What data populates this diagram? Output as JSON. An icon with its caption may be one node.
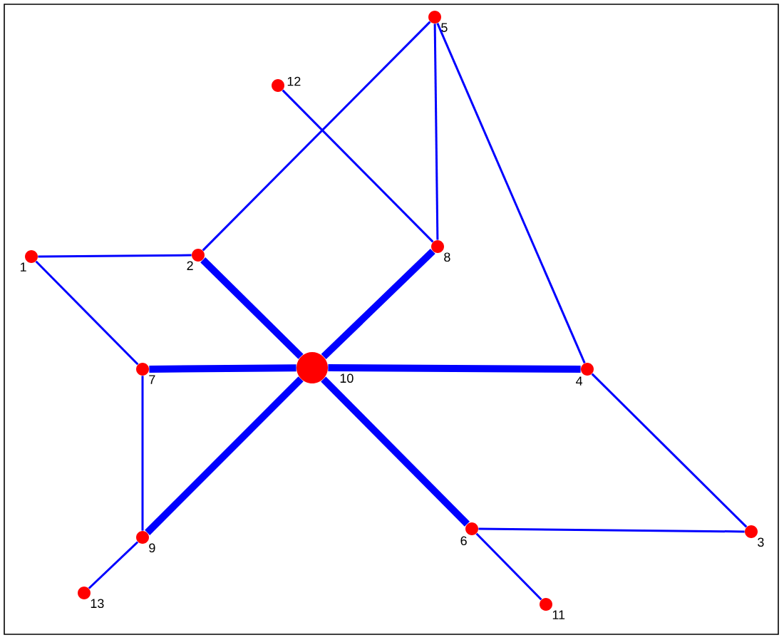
{
  "diagram": {
    "nodes": [
      {
        "text": [],
        "shape": "circle",
        "beside": [
          "1"
        ]
      },
      {
        "text": [],
        "shape": "circle",
        "beside": [
          "2"
        ]
      },
      {
        "text": [],
        "shape": "circle",
        "beside": [
          "3"
        ]
      },
      {
        "text": [],
        "shape": "circle",
        "beside": [
          "4"
        ]
      },
      {
        "text": [],
        "shape": "circle",
        "beside": [
          "5"
        ]
      },
      {
        "text": [],
        "shape": "circle",
        "beside": [
          "6"
        ]
      },
      {
        "text": [],
        "shape": "circle",
        "beside": [
          "7"
        ]
      },
      {
        "text": [],
        "shape": "circle",
        "beside": [
          "8"
        ]
      },
      {
        "text": [],
        "shape": "circle",
        "beside": [
          "9"
        ]
      },
      {
        "text": [],
        "shape": "circle",
        "beside": [
          "10"
        ]
      },
      {
        "text": [],
        "shape": "circle",
        "beside": [
          "11"
        ]
      },
      {
        "text": [],
        "shape": "circle",
        "beside": [
          "12"
        ]
      },
      {
        "text": [],
        "shape": "circle",
        "beside": [
          "13"
        ]
      }
    ],
    "edges": [
      {
        "from": 0,
        "to": 1,
        "arrow": "none"
      },
      {
        "from": 0,
        "to": 6,
        "arrow": "none"
      },
      {
        "from": 1,
        "to": 4,
        "arrow": "none"
      },
      {
        "from": 1,
        "to": 9,
        "arrow": "none",
        "style": "thick"
      },
      {
        "from": 11,
        "to": 7,
        "arrow": "none"
      },
      {
        "from": 4,
        "to": 7,
        "arrow": "none"
      },
      {
        "from": 4,
        "to": 3,
        "arrow": "none"
      },
      {
        "from": 7,
        "to": 9,
        "arrow": "none",
        "style": "thick"
      },
      {
        "from": 6,
        "to": 9,
        "arrow": "none",
        "style": "thick"
      },
      {
        "from": 9,
        "to": 3,
        "arrow": "none",
        "style": "thick"
      },
      {
        "from": 6,
        "to": 8,
        "arrow": "none"
      },
      {
        "from": 8,
        "to": 9,
        "arrow": "none",
        "style": "thick"
      },
      {
        "from": 9,
        "to": 5,
        "arrow": "none",
        "style": "thick"
      },
      {
        "from": 8,
        "to": 12,
        "arrow": "none"
      },
      {
        "from": 5,
        "to": 2,
        "arrow": "none"
      },
      {
        "from": 3,
        "to": 2,
        "arrow": "none"
      },
      {
        "from": 5,
        "to": 10,
        "arrow": "none"
      }
    ]
  }
}
